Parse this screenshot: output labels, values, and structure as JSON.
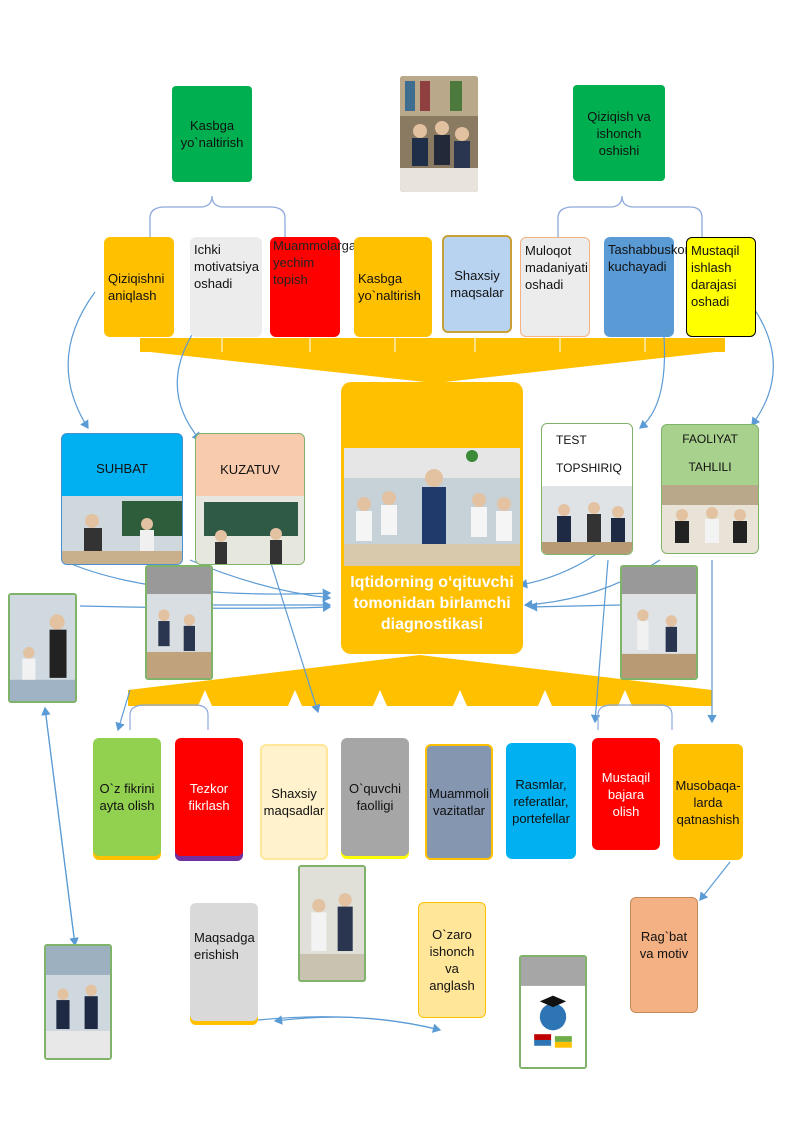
{
  "top": {
    "left_box": "Kasbga yo`naltirish",
    "right_box": "Qiziqish va ishonch oshishi"
  },
  "row1": [
    {
      "text": "Qiziqishni aniqlash",
      "bg": "#ffc000"
    },
    {
      "text": "Ichki motivatsiya oshadi",
      "bg": "#ececec"
    },
    {
      "text": "Muammolarga yechim topish",
      "bg": "#ff0000"
    },
    {
      "text": "Kasbga yo`naltirish",
      "bg": "#ffc000"
    },
    {
      "text": "Shaxsiy maqsalar",
      "bg": "#b7d3ef"
    },
    {
      "text": "Muloqot madaniyati oshadi",
      "bg": "#ececec"
    },
    {
      "text": "Tashabbuskorlik kuchayadi",
      "bg": "#5b9bd5"
    },
    {
      "text": "Mustaqil ishlash darajasi oshadi",
      "bg": "#ffff00"
    }
  ],
  "methods": {
    "suhbat": "SUHBAT",
    "kuzatuv": "KUZATUV",
    "test": "TEST TOPSHIRIQ",
    "faoliyat": "FAOLIYAT TAHLILI"
  },
  "center_title": "Iqtidorning o‘qituvchi tomonidan birlamchi diagnostikasi",
  "row2": [
    {
      "text": "O`z fikrini ayta olish",
      "bg": "#92d050"
    },
    {
      "text": "Tezkor fikrlash",
      "bg": "#ff0000"
    },
    {
      "text": "Shaxsiy maqsadlar",
      "bg": "#fff2cc"
    },
    {
      "text": "O`quvchi faolligi",
      "bg": "#a6a6a6"
    },
    {
      "text": "Muammoli vazitatlar",
      "bg": "#8496b0"
    },
    {
      "text": "Rasmlar, referatlar, portefellar",
      "bg": "#00b0f0"
    },
    {
      "text": "Mustaqil bajara olish",
      "bg": "#ff0000"
    },
    {
      "text": "Musobaqa-larda qatnashish",
      "bg": "#ffc000"
    }
  ],
  "bottom": {
    "maqsad": "Maqsadga erishish",
    "ozaro": "O`zaro ishonch va anglash",
    "ragbat": "Rag`bat va motiv"
  },
  "colors": {
    "accent": "#ffc000",
    "connector": "#5b9bd5",
    "bracket": "#8eaadb"
  }
}
